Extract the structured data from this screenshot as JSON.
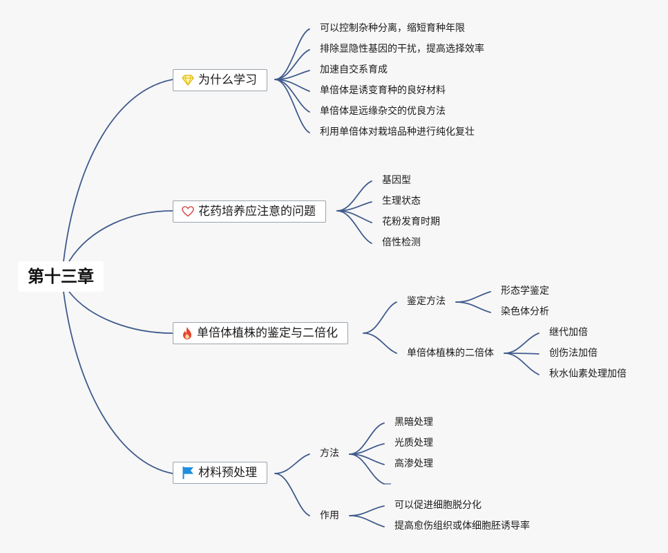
{
  "root": {
    "label": "第十三章"
  },
  "branches": {
    "why": {
      "label": "为什么学习",
      "icon": "gem-icon",
      "leaves": [
        "可以控制杂种分离，缩短育种年限",
        "排除显隐性基因的干扰，提高选择效率",
        "加速自交系育成",
        "单倍体是诱变育种的良好材料",
        "单倍体是远缘杂交的优良方法",
        "利用单倍体对栽培品种进行纯化复壮"
      ]
    },
    "anther": {
      "label": "花药培养应注意的问题",
      "icon": "heart-icon",
      "leaves": [
        "基因型",
        "生理状态",
        "花粉发育时期",
        "倍性检测"
      ]
    },
    "haploid": {
      "label": "单倍体植株的鉴定与二倍化",
      "icon": "fire-icon",
      "sub": [
        {
          "label": "鉴定方法",
          "leaves": [
            "形态学鉴定",
            "染色体分析"
          ]
        },
        {
          "label": "单倍体植株的二倍体",
          "leaves": [
            "继代加倍",
            "创伤法加倍",
            "秋水仙素处理加倍"
          ]
        }
      ]
    },
    "pretreat": {
      "label": "材料预处理",
      "icon": "flag-icon",
      "sub": [
        {
          "label": "方法",
          "leaves": [
            "黑暗处理",
            "光质处理",
            "高渗处理",
            ""
          ]
        },
        {
          "label": "作用",
          "leaves": [
            "可以促进细胞脱分化",
            "提高愈伤组织或体细胞胚诱导率"
          ]
        }
      ]
    }
  },
  "colors": {
    "line": "#3f5a8c",
    "background": "#f7f7f7",
    "branch_border": "#9aa3ad",
    "gem": "#f0d43a",
    "heart": "#d9534f",
    "fire": "#e4432d",
    "flag": "#1f8fe0"
  }
}
